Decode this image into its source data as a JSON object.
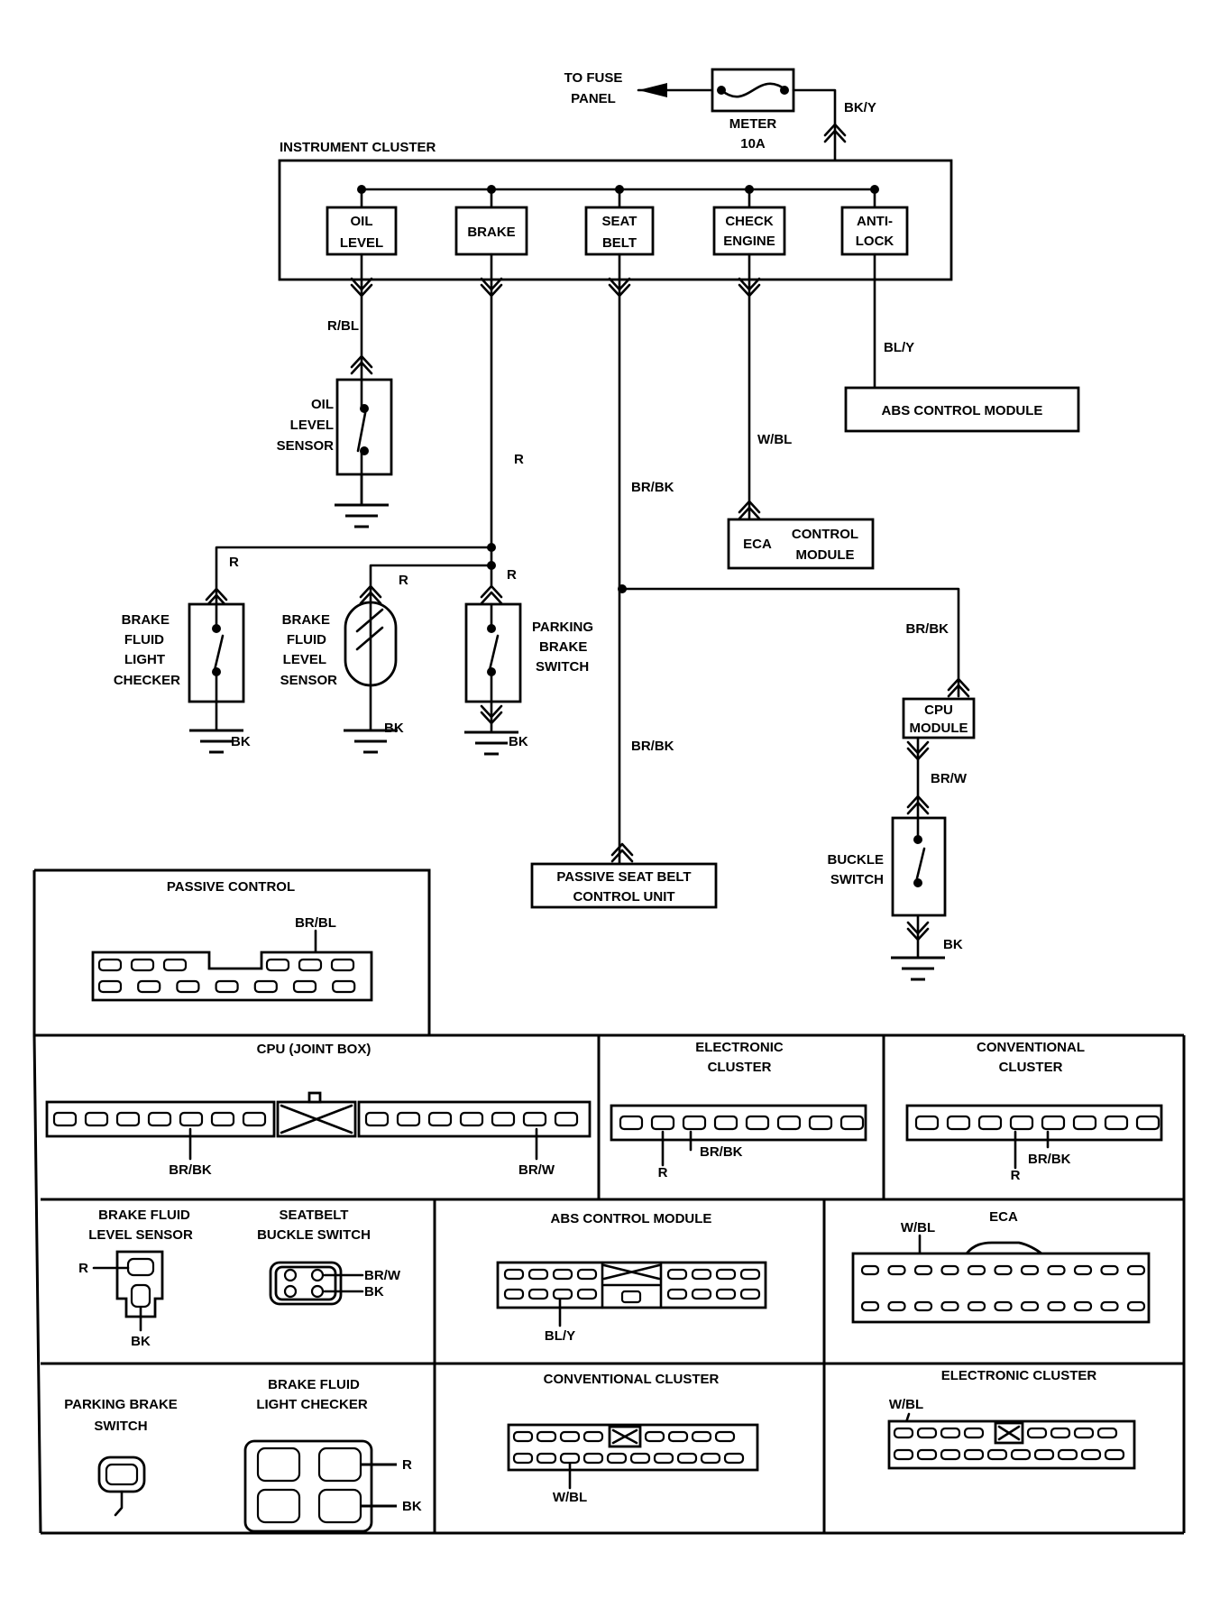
{
  "power": {
    "to_fuse_panel": [
      "TO FUSE",
      "PANEL"
    ],
    "fuse_name": "METER",
    "fuse_rating": "10A",
    "feed_wire": "BK/Y"
  },
  "instrument_cluster": {
    "title": "INSTRUMENT CLUSTER",
    "lamps": [
      {
        "lines": [
          "OIL",
          "LEVEL"
        ],
        "wire": "R/BL"
      },
      {
        "lines": [
          "BRAKE"
        ],
        "wire": "R"
      },
      {
        "lines": [
          "SEAT",
          "BELT"
        ],
        "wire": "BR/BK"
      },
      {
        "lines": [
          "CHECK",
          "ENGINE"
        ],
        "wire": "W/BL"
      },
      {
        "lines": [
          "ANTI-",
          "LOCK"
        ],
        "wire": "BL/Y"
      }
    ]
  },
  "components": {
    "oil_level_sensor": [
      "OIL",
      "LEVEL",
      "SENSOR"
    ],
    "abs_control_module": "ABS CONTROL MODULE",
    "eca_control_module": [
      "ECA",
      "CONTROL",
      "MODULE"
    ],
    "brake_fluid_light_checker": [
      "BRAKE",
      "FLUID",
      "LIGHT",
      "CHECKER"
    ],
    "brake_fluid_level_sensor": [
      "BRAKE",
      "FLUID",
      "LEVEL",
      "SENSOR"
    ],
    "parking_brake_switch": [
      "PARKING",
      "BRAKE",
      "SWITCH"
    ],
    "passive_seat_belt_unit": [
      "PASSIVE SEAT BELT",
      "CONTROL UNIT"
    ],
    "cpu_module": [
      "CPU",
      "MODULE"
    ],
    "buckle_switch": [
      "BUCKLE",
      "SWITCH"
    ]
  },
  "wires": {
    "r": "R",
    "bk": "BK",
    "br_bk": "BR/BK",
    "br_w": "BR/W",
    "w_bl": "W/BL",
    "bl_y": "BL/Y"
  },
  "connectors": {
    "passive_control": {
      "title": "PASSIVE CONTROL",
      "wires": [
        "BR/BL"
      ]
    },
    "cpu_joint_box": {
      "title": "CPU (JOINT BOX)",
      "wires": [
        "BR/BK",
        "BR/W"
      ]
    },
    "electronic_cluster_1": {
      "title": [
        "ELECTRONIC",
        "CLUSTER"
      ],
      "wires": [
        "R",
        "BR/BK"
      ]
    },
    "conventional_cluster_1": {
      "title": [
        "CONVENTIONAL",
        "CLUSTER"
      ],
      "wires": [
        "R",
        "BR/BK"
      ]
    },
    "brake_fluid_level_sensor": {
      "title": [
        "BRAKE FLUID",
        "LEVEL SENSOR"
      ],
      "wires": [
        "R",
        "BK"
      ]
    },
    "seatbelt_buckle_switch": {
      "title": [
        "SEATBELT",
        "BUCKLE SWITCH"
      ],
      "wires": [
        "BR/W",
        "BK"
      ]
    },
    "abs_control_module": {
      "title": "ABS CONTROL MODULE",
      "wires": [
        "BL/Y"
      ]
    },
    "eca": {
      "title": "ECA",
      "wires": [
        "W/BL"
      ]
    },
    "parking_brake_switch": {
      "title": [
        "PARKING BRAKE",
        "SWITCH"
      ]
    },
    "brake_fluid_light_checker": {
      "title": [
        "BRAKE FLUID",
        "LIGHT CHECKER"
      ],
      "wires": [
        "R",
        "BK"
      ]
    },
    "conventional_cluster_2": {
      "title": "CONVENTIONAL CLUSTER",
      "wires": [
        "W/BL"
      ]
    },
    "electronic_cluster_2": {
      "title": "ELECTRONIC CLUSTER",
      "wires": [
        "W/BL"
      ]
    }
  }
}
